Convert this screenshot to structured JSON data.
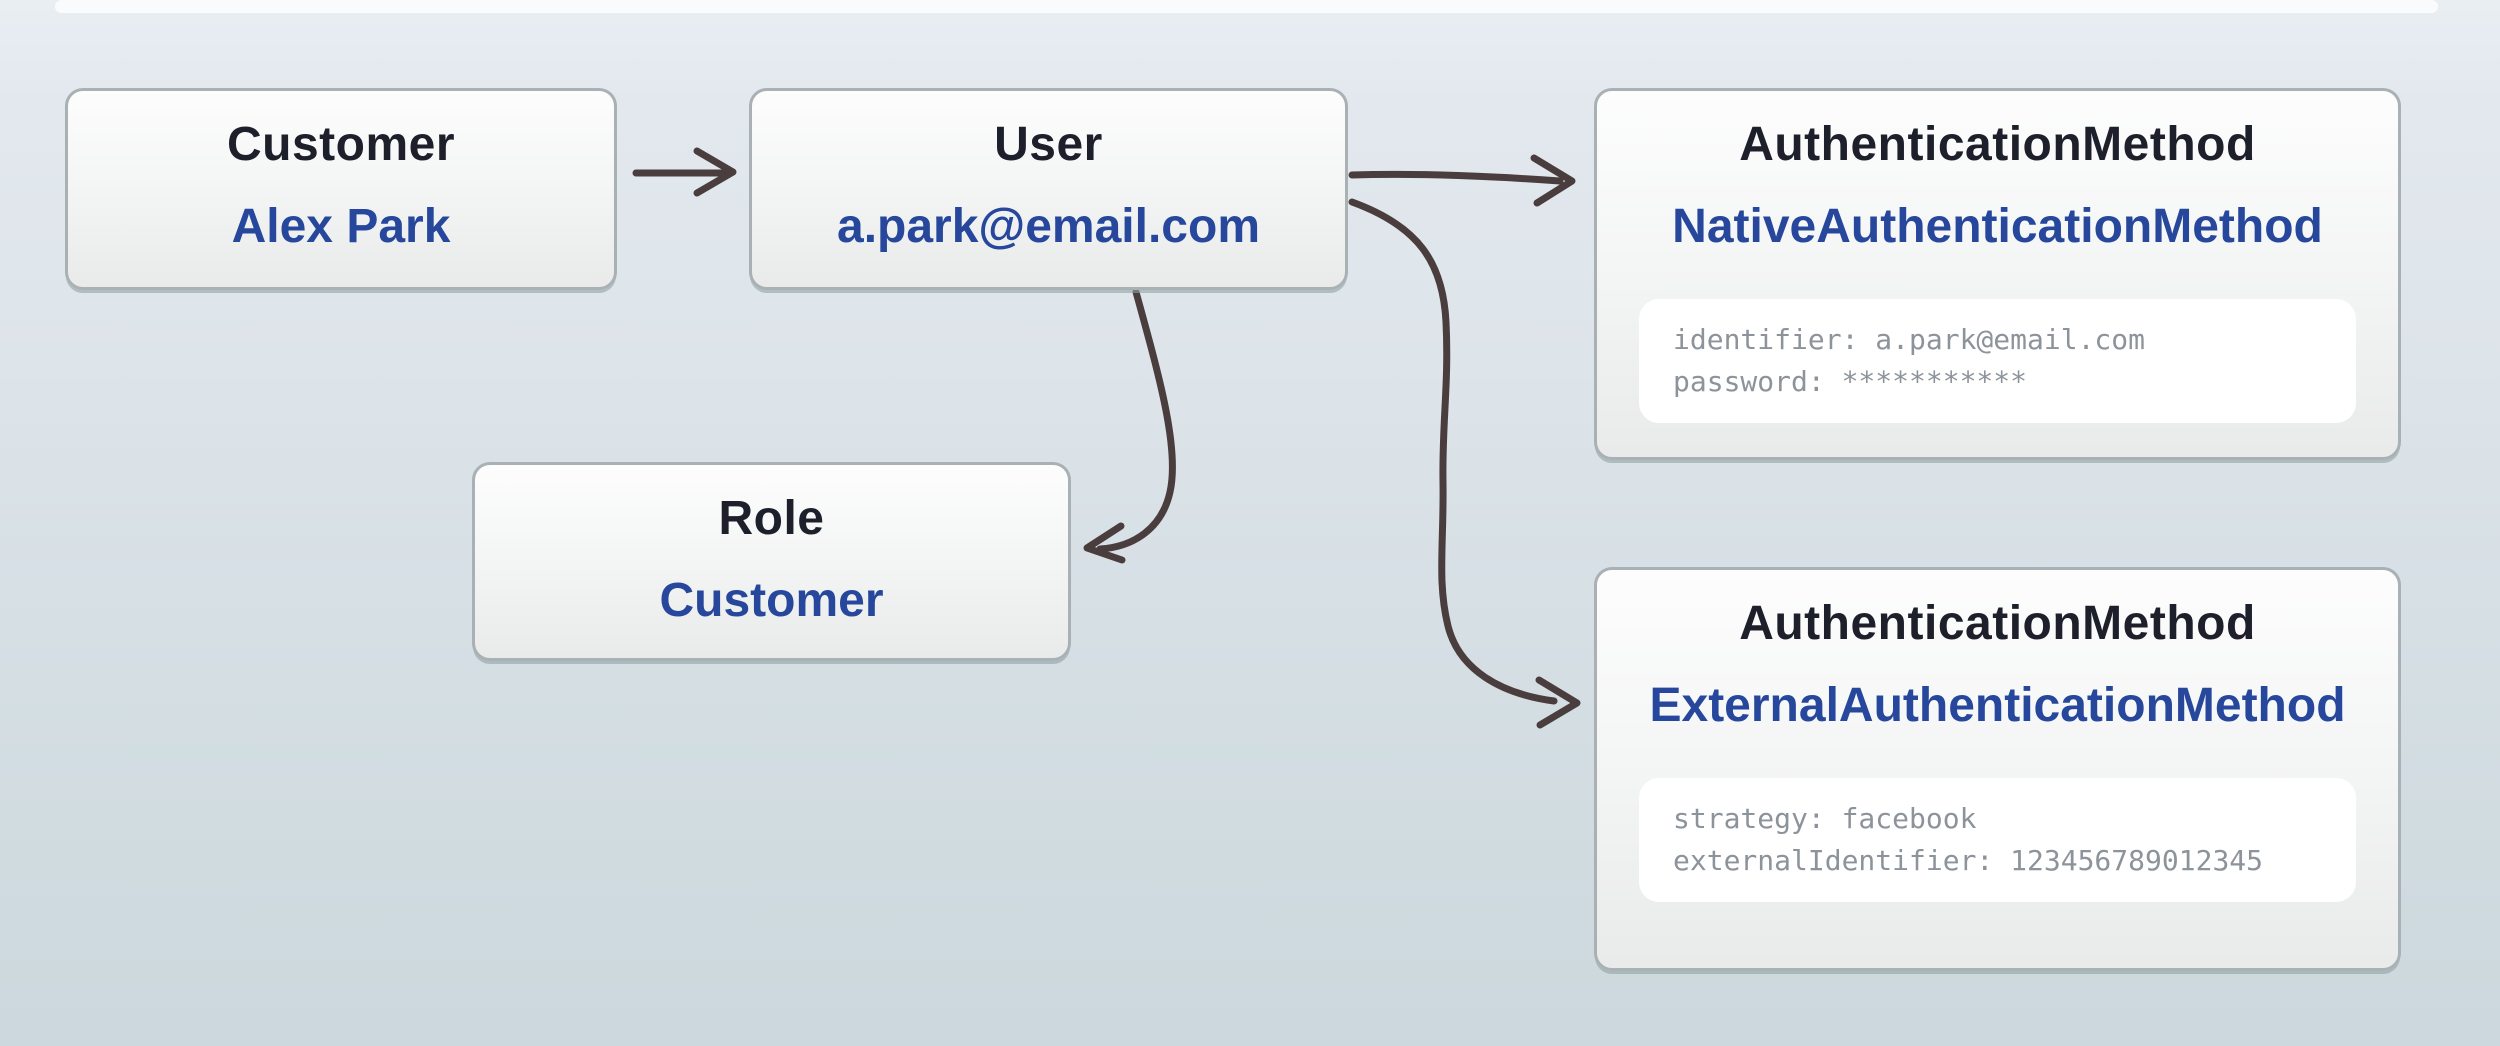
{
  "diagram": {
    "nodes": [
      {
        "id": "customer",
        "title": "Customer",
        "value": "Alex Park"
      },
      {
        "id": "user",
        "title": "User",
        "value": "a.park@email.com"
      },
      {
        "id": "role",
        "title": "Role",
        "value": "Customer"
      },
      {
        "id": "auth_native",
        "title": "AuthenticationMethod",
        "value": "NativeAuthenticationMethod",
        "attributes": [
          "identifier: a.park@email.com",
          "password: ***********"
        ]
      },
      {
        "id": "auth_external",
        "title": "AuthenticationMethod",
        "value": "ExternalAuthenticationMethod",
        "attributes": [
          "strategy: facebook",
          "externalIdentifier: 123456789012345"
        ]
      }
    ],
    "edges": [
      {
        "from": "Customer",
        "to": "User"
      },
      {
        "from": "User",
        "to": "AuthenticationMethod (NativeAuthenticationMethod)"
      },
      {
        "from": "User",
        "to": "Role"
      },
      {
        "from": "User",
        "to": "AuthenticationMethod (ExternalAuthenticationMethod)"
      }
    ]
  },
  "colors": {
    "background_top": "#e6ebf1",
    "background_bottom": "#ccd8dd",
    "node_border": "#a9b1b4",
    "node_title": "#1d202a",
    "node_value": "#27479c",
    "attribute_text": "#8d939a",
    "arrow": "#4a3d3e"
  }
}
